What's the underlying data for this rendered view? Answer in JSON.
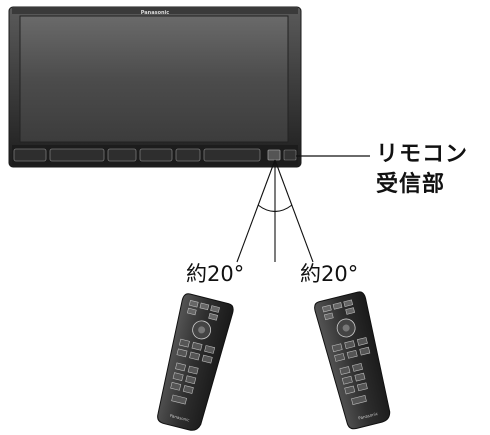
{
  "device": {
    "brand": "Panasonic",
    "button_labels": [
      "",
      "",
      "",
      "",
      "",
      "",
      ""
    ]
  },
  "labels": {
    "receiver_line1": "リモコン",
    "receiver_line2": "受信部",
    "angle_left": "約20°",
    "angle_right": "約20°"
  },
  "remotes": {
    "brand": "Panasonic"
  },
  "colors": {
    "bezel": "#2a2a2a",
    "screen": "#4e4e4e",
    "trim": "#9a9a9a",
    "remote_body": "#3a3a3a"
  }
}
